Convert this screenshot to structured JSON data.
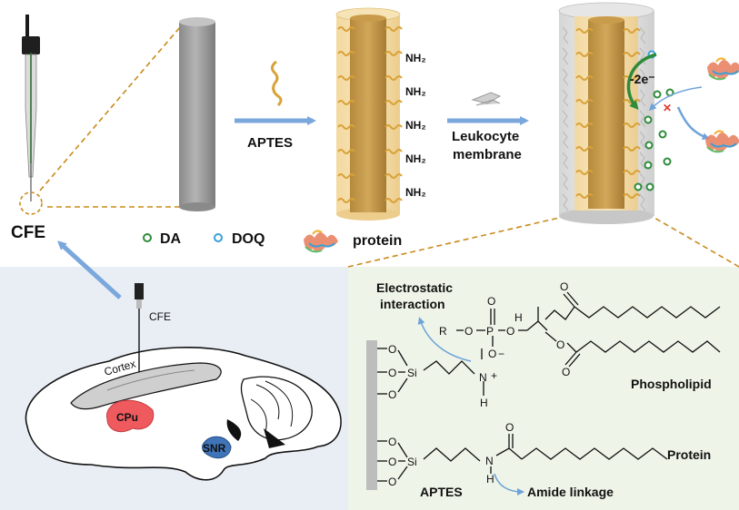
{
  "electrode": {
    "label": "CFE",
    "brain_label": "CFE"
  },
  "arrows": {
    "aptes_label": "APTES",
    "membrane_label_1": "Leukocyte",
    "membrane_label_2": "membrane"
  },
  "surface": {
    "nh2_label": "NH₂",
    "nh2_count": 5,
    "electron_label": "-2e⁻"
  },
  "legend": {
    "da_label": "DA",
    "doq_label": "DOQ",
    "protein_label": "protein",
    "da_color": "#2e8b3a",
    "doq_color": "#3aa0d8"
  },
  "brain": {
    "cortex_label": "Cortex",
    "cpu_label": "CPu",
    "snr_label": "SNR",
    "cpu_color": "#ef5a5e",
    "snr_color": "#3f74b8"
  },
  "chemistry": {
    "electrostatic_1": "Electrostatic",
    "electrostatic_2": "interaction",
    "phospholipid_label": "Phospholipid",
    "protein_label": "Protein",
    "aptes_label": "APTES",
    "amide_label": "Amide linkage",
    "r_label": "R",
    "o_label": "O",
    "p_label": "P",
    "h_label": "H",
    "n_label": "N",
    "si_label": "Si",
    "minus_label": "−",
    "plus_label": "+"
  },
  "colors": {
    "arrow_blue": "#7aa7dc",
    "gold": "#d9a23a",
    "rod_gray": "#9a9a9a",
    "brain_panel": "#e9eef5",
    "chem_panel": "#eef4e8",
    "dash_orange": "#c98a1b"
  }
}
